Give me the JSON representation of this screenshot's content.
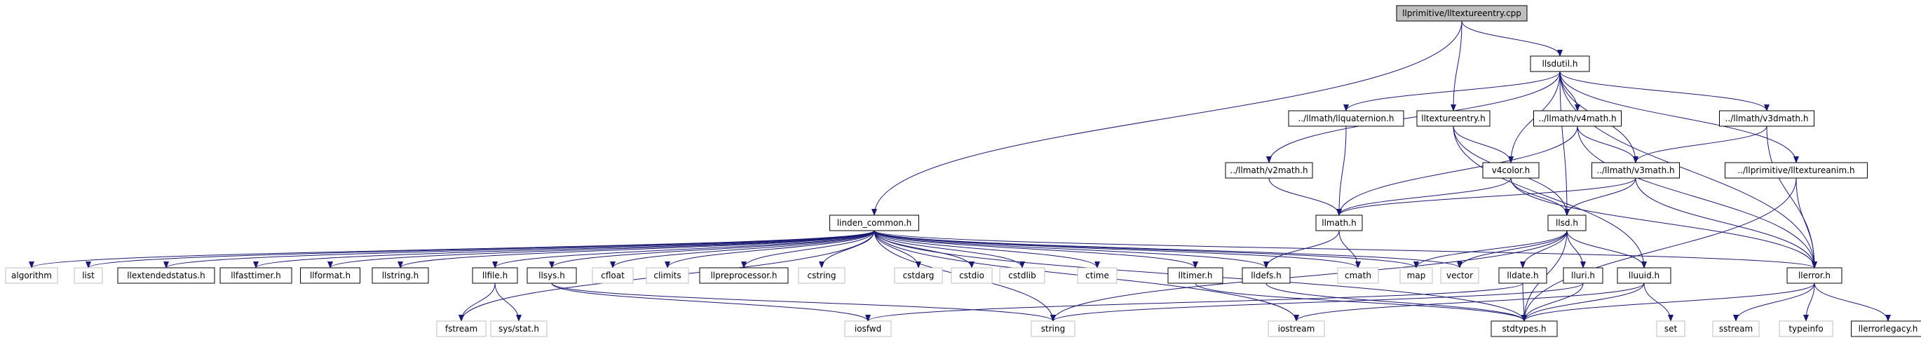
{
  "colors": {
    "edge": "#191970",
    "node_border": "#000000",
    "muted_border": "#bfbfbf",
    "root_fill": "#bfbfbf",
    "node_fill": "#ffffff"
  },
  "nodes": [
    {
      "id": "root",
      "label": "llprimitive/lltextureentry.cpp",
      "style": "root"
    },
    {
      "id": "llsdutil",
      "label": "llsdutil.h",
      "style": "normal"
    },
    {
      "id": "quat",
      "label": "../llmath/llquaternion.h",
      "style": "normal"
    },
    {
      "id": "lltexentry",
      "label": "lltextureentry.h",
      "style": "normal"
    },
    {
      "id": "v4math",
      "label": "../llmath/v4math.h",
      "style": "normal"
    },
    {
      "id": "v3dmath",
      "label": "../llmath/v3dmath.h",
      "style": "normal"
    },
    {
      "id": "v2math",
      "label": "../llmath/v2math.h",
      "style": "normal"
    },
    {
      "id": "v4color",
      "label": "v4color.h",
      "style": "normal"
    },
    {
      "id": "v3math",
      "label": "../llmath/v3math.h",
      "style": "normal"
    },
    {
      "id": "texanim",
      "label": "../llprimitive/lltextureanim.h",
      "style": "normal"
    },
    {
      "id": "linden",
      "label": "linden_common.h",
      "style": "normal"
    },
    {
      "id": "llmath",
      "label": "llmath.h",
      "style": "normal"
    },
    {
      "id": "llsd",
      "label": "llsd.h",
      "style": "normal"
    },
    {
      "id": "algorithm",
      "label": "algorithm",
      "style": "muted"
    },
    {
      "id": "list",
      "label": "list",
      "style": "muted"
    },
    {
      "id": "extstatus",
      "label": "llextendedstatus.h",
      "style": "normal"
    },
    {
      "id": "fasttimer",
      "label": "llfasttimer.h",
      "style": "normal"
    },
    {
      "id": "llformat",
      "label": "llformat.h",
      "style": "normal"
    },
    {
      "id": "llstring",
      "label": "llstring.h",
      "style": "normal"
    },
    {
      "id": "llfile",
      "label": "llfile.h",
      "style": "normal"
    },
    {
      "id": "llsys",
      "label": "llsys.h",
      "style": "normal"
    },
    {
      "id": "cfloat",
      "label": "cfloat",
      "style": "muted"
    },
    {
      "id": "climits",
      "label": "climits",
      "style": "muted"
    },
    {
      "id": "preproc",
      "label": "llpreprocessor.h",
      "style": "normal"
    },
    {
      "id": "cstring",
      "label": "cstring",
      "style": "muted"
    },
    {
      "id": "cstdarg",
      "label": "cstdarg",
      "style": "muted"
    },
    {
      "id": "cstdio",
      "label": "cstdio",
      "style": "muted"
    },
    {
      "id": "cstdlib",
      "label": "cstdlib",
      "style": "muted"
    },
    {
      "id": "ctime",
      "label": "ctime",
      "style": "muted"
    },
    {
      "id": "lltimer",
      "label": "lltimer.h",
      "style": "normal"
    },
    {
      "id": "lldefs",
      "label": "lldefs.h",
      "style": "normal"
    },
    {
      "id": "cmath",
      "label": "cmath",
      "style": "muted"
    },
    {
      "id": "map",
      "label": "map",
      "style": "muted"
    },
    {
      "id": "vector",
      "label": "vector",
      "style": "muted"
    },
    {
      "id": "lldate",
      "label": "lldate.h",
      "style": "normal"
    },
    {
      "id": "lluri",
      "label": "lluri.h",
      "style": "normal"
    },
    {
      "id": "lluuid",
      "label": "lluuid.h",
      "style": "normal"
    },
    {
      "id": "llerror",
      "label": "llerror.h",
      "style": "normal"
    },
    {
      "id": "fstream",
      "label": "fstream",
      "style": "muted"
    },
    {
      "id": "sysstat",
      "label": "sys/stat.h",
      "style": "muted"
    },
    {
      "id": "iosfwd",
      "label": "iosfwd",
      "style": "muted"
    },
    {
      "id": "string",
      "label": "string",
      "style": "muted"
    },
    {
      "id": "iostream",
      "label": "iostream",
      "style": "muted"
    },
    {
      "id": "stdtypes",
      "label": "stdtypes.h",
      "style": "normal"
    },
    {
      "id": "set",
      "label": "set",
      "style": "muted"
    },
    {
      "id": "sstream",
      "label": "sstream",
      "style": "muted"
    },
    {
      "id": "typeinfo",
      "label": "typeinfo",
      "style": "muted"
    },
    {
      "id": "errlegacy",
      "label": "llerrorlegacy.h",
      "style": "normal"
    }
  ],
  "edges": [
    [
      "root",
      "llsdutil"
    ],
    [
      "root",
      "lltexentry"
    ],
    [
      "root",
      "linden"
    ],
    [
      "llsdutil",
      "quat"
    ],
    [
      "llsdutil",
      "v4math"
    ],
    [
      "llsdutil",
      "v3dmath"
    ],
    [
      "llsdutil",
      "v2math"
    ],
    [
      "llsdutil",
      "v4color"
    ],
    [
      "llsdutil",
      "v3math"
    ],
    [
      "llsdutil",
      "texanim"
    ],
    [
      "llsdutil",
      "llsd"
    ],
    [
      "llsdutil",
      "llerror"
    ],
    [
      "quat",
      "llmath"
    ],
    [
      "v2math",
      "llmath"
    ],
    [
      "lltexentry",
      "v4color"
    ],
    [
      "lltexentry",
      "llsd"
    ],
    [
      "lltexentry",
      "lluuid"
    ],
    [
      "v4math",
      "v3math"
    ],
    [
      "v4math",
      "llmath"
    ],
    [
      "v4math",
      "llerror"
    ],
    [
      "v3dmath",
      "v3math"
    ],
    [
      "v3dmath",
      "llerror"
    ],
    [
      "v4color",
      "llmath"
    ],
    [
      "v4color",
      "llsd"
    ],
    [
      "v4color",
      "llerror"
    ],
    [
      "v3math",
      "llmath"
    ],
    [
      "v3math",
      "llsd"
    ],
    [
      "v3math",
      "llerror"
    ],
    [
      "texanim",
      "llerror"
    ],
    [
      "texanim",
      "stdtypes"
    ],
    [
      "llmath",
      "cmath"
    ],
    [
      "llmath",
      "lldefs"
    ],
    [
      "llsd",
      "map"
    ],
    [
      "llsd",
      "lldate"
    ],
    [
      "llsd",
      "lluri"
    ],
    [
      "llsd",
      "lluuid"
    ],
    [
      "llsd",
      "string"
    ],
    [
      "llsd",
      "stdtypes"
    ],
    [
      "llsd",
      "vector"
    ],
    [
      "lldate",
      "stdtypes"
    ],
    [
      "lldate",
      "iosfwd"
    ],
    [
      "lluri",
      "stdtypes"
    ],
    [
      "lluri",
      "string"
    ],
    [
      "lluuid",
      "stdtypes"
    ],
    [
      "lluuid",
      "set"
    ],
    [
      "lluuid",
      "iostream"
    ],
    [
      "llerror",
      "sstream"
    ],
    [
      "llerror",
      "typeinfo"
    ],
    [
      "llerror",
      "errlegacy"
    ],
    [
      "llerror",
      "stdtypes"
    ],
    [
      "linden",
      "algorithm"
    ],
    [
      "linden",
      "list"
    ],
    [
      "linden",
      "extstatus"
    ],
    [
      "linden",
      "fasttimer"
    ],
    [
      "linden",
      "llformat"
    ],
    [
      "linden",
      "llstring"
    ],
    [
      "linden",
      "llfile"
    ],
    [
      "linden",
      "llsys"
    ],
    [
      "linden",
      "cfloat"
    ],
    [
      "linden",
      "climits"
    ],
    [
      "linden",
      "preproc"
    ],
    [
      "linden",
      "cstring"
    ],
    [
      "linden",
      "cstdarg"
    ],
    [
      "linden",
      "cstdio"
    ],
    [
      "linden",
      "cstdlib"
    ],
    [
      "linden",
      "ctime"
    ],
    [
      "linden",
      "lltimer"
    ],
    [
      "linden",
      "lldefs"
    ],
    [
      "linden",
      "cmath"
    ],
    [
      "linden",
      "map"
    ],
    [
      "linden",
      "vector"
    ],
    [
      "linden",
      "llerror"
    ],
    [
      "linden",
      "fstream"
    ],
    [
      "linden",
      "string"
    ],
    [
      "linden",
      "iostream"
    ],
    [
      "linden",
      "stdtypes"
    ],
    [
      "llfile",
      "fstream"
    ],
    [
      "llfile",
      "sysstat"
    ],
    [
      "llsys",
      "iosfwd"
    ],
    [
      "llsys",
      "string"
    ],
    [
      "lltimer",
      "stdtypes"
    ],
    [
      "lldefs",
      "stdtypes"
    ]
  ]
}
